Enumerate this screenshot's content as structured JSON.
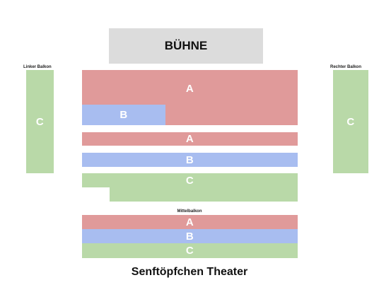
{
  "stage": {
    "label": "BÜHNE"
  },
  "left_balcony": {
    "label": "Linker Balkon",
    "section": "C"
  },
  "right_balcony": {
    "label": "Rechter Balkon",
    "section": "C"
  },
  "parterre": {
    "front": {
      "section_a": "A",
      "section_b": "B"
    },
    "row_a": "A",
    "row_b": "B",
    "row_c": "C"
  },
  "middle_balcony": {
    "label": "Mittelbalkon",
    "row_a": "A",
    "row_b": "B",
    "row_c": "C"
  },
  "footer": {
    "title": "Senftöpfchen Theater"
  },
  "colors": {
    "a": "#e09a9a",
    "b": "#a8bdf0",
    "c": "#b9d9a8",
    "stage": "#dcdcdc"
  }
}
